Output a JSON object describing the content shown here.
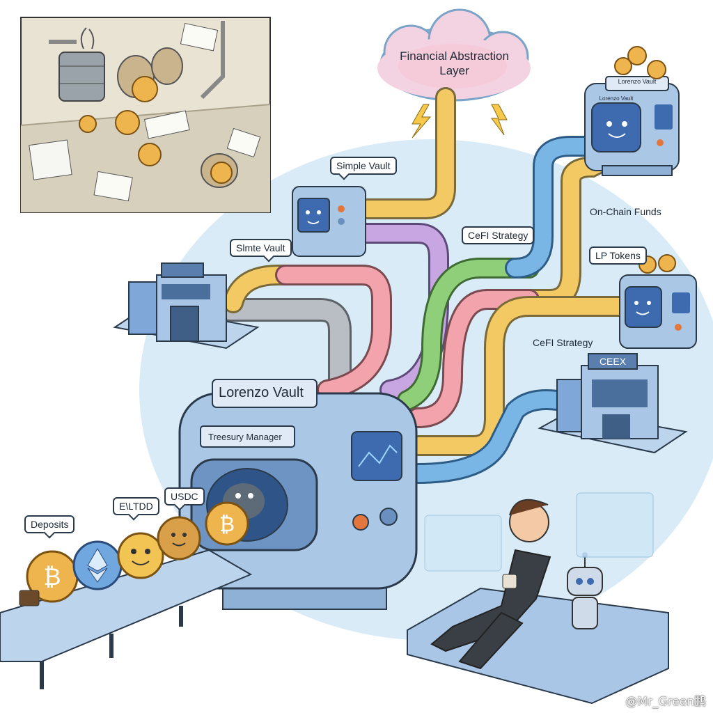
{
  "cloud": {
    "text_line1": "Financial Abstraction",
    "text_line2": "Layer"
  },
  "labels": {
    "simple_vault_top": "Simple Vault",
    "simple_vault_left": "Slmte Vault",
    "cefi_strategy_top": "CeFI Strategy",
    "cefi_strategy_right": "CeFI Strategy",
    "on_chain_funds": "On-Chain Funds",
    "lp_tokens": "LP Tokens",
    "lorenzo_vault": "Lorenzo Vault",
    "treasury_manager": "Treesury Manager",
    "usdc": "USDC",
    "eltdd": "E\\LTDD",
    "deposits": "Deposits"
  },
  "machine_signs": {
    "top_right_1": "Lorenzo Vault",
    "top_right_2": "Lorenzo Vault",
    "cex_building": "CEEX"
  },
  "watermark": "@Mr_Green鹏",
  "colors": {
    "pipe_yellow": "#f3c964",
    "pipe_blue": "#79b6e6",
    "pipe_pink": "#f2a3ab",
    "pipe_purple": "#c7a6e2",
    "pipe_green": "#8fcf79",
    "pipe_grey": "#b9bec4",
    "machine_blue": "#aac7e6",
    "bg_blob": "#d8ebf6",
    "coin_gold": "#eeb44e"
  }
}
